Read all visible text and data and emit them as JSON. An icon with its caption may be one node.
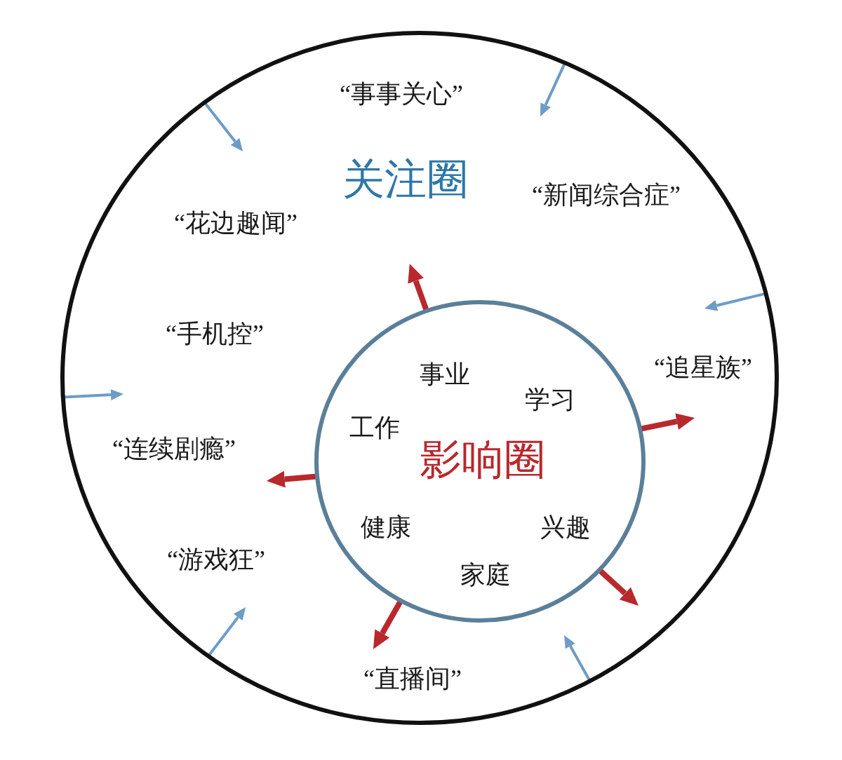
{
  "diagram": {
    "nodes": [
      {
        "text": [
          "“事事关心”",
          "关注圈",
          "“新闻综合症”",
          "“花边趣闻”",
          "“手机控”",
          "“追星族”",
          "“连续剧瘾”",
          "“游戏狂”",
          "“直播间”"
        ]
      },
      {
        "text": [
          "事业",
          "学习",
          "工作",
          "影响圈",
          "健康",
          "兴趣",
          "家庭"
        ],
        "in": 0
      }
    ],
    "edges": [
      {
        "from": 0,
        "to": null,
        "arrow": "to"
      },
      {
        "from": 0,
        "to": null,
        "arrow": "to"
      },
      {
        "from": 1,
        "to": null,
        "arrow": "to",
        "style": "thick",
        "color": "#b8282c"
      },
      {
        "from": 0,
        "to": null,
        "arrow": "to"
      },
      {
        "from": 0,
        "to": null,
        "arrow": "to"
      },
      {
        "from": 1,
        "to": null,
        "arrow": "to",
        "style": "thick",
        "color": "#b8282c"
      },
      {
        "from": 1,
        "to": null,
        "arrow": "to",
        "style": "thick",
        "color": "#b8282c"
      },
      {
        "from": 1,
        "to": null,
        "arrow": "to",
        "style": "thick",
        "color": "#b8282c"
      },
      {
        "from": 0,
        "to": null,
        "arrow": "to"
      },
      {
        "from": 1,
        "to": null,
        "arrow": "to",
        "style": "thick",
        "color": "#b8282c"
      },
      {
        "from": 0,
        "to": null,
        "arrow": "to"
      }
    ]
  }
}
